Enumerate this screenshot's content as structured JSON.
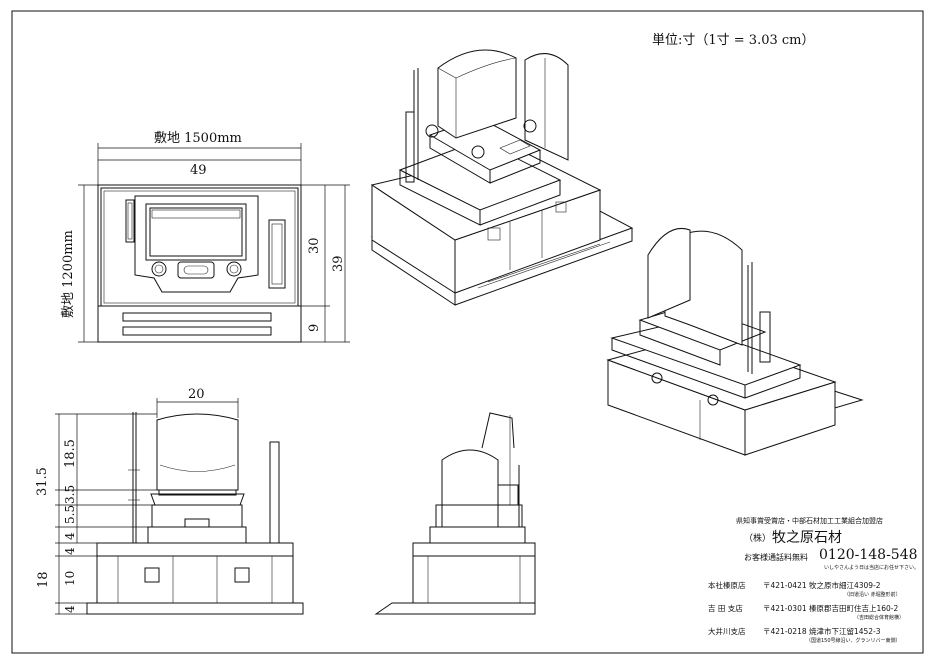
{
  "unit_note": "単位:寸（1寸 = 3.03 cm）",
  "plan_view": {
    "width_label": "敷地 1500mm",
    "depth_label": "敷地 1200mm",
    "dim_width": "49",
    "dim_right_30": "30",
    "dim_right_39": "39",
    "dim_right_9": "9"
  },
  "front_view": {
    "dim_top_width": "20",
    "dim_18_5": "18.5",
    "dim_31_5": "31.5",
    "dim_3_5": "3.5",
    "dim_5_5": "5.5",
    "dim_4_top": "4",
    "dim_4_a": "4",
    "dim_18": "18",
    "dim_10": "10",
    "dim_4_b": "4"
  },
  "company": {
    "association": "県知事賞受賞店・中部石材加工工業組合加盟店",
    "name_prefix": "（株）",
    "name": "牧之原石材",
    "tollfree_label": "お客様通話料無料",
    "tollfree_number": "0120-148-548",
    "tollfree_note": "いしやさんよう日は当店にお任せ下さい。",
    "branches": [
      {
        "name": "本社榛原店",
        "address": "〒421-0421 牧之原市細江4309-2",
        "note": "（旧道沿い 赤堀整形前）"
      },
      {
        "name": "吉 田 支店",
        "address": "〒421-0301 榛原郡吉田町住吉上160-2",
        "note": "（吉田総合体育館横）"
      },
      {
        "name": "大井川支店",
        "address": "〒421-0218 焼津市下江留1452-3",
        "note": "（国道150号線沿い、グランリバー東側）"
      }
    ]
  }
}
